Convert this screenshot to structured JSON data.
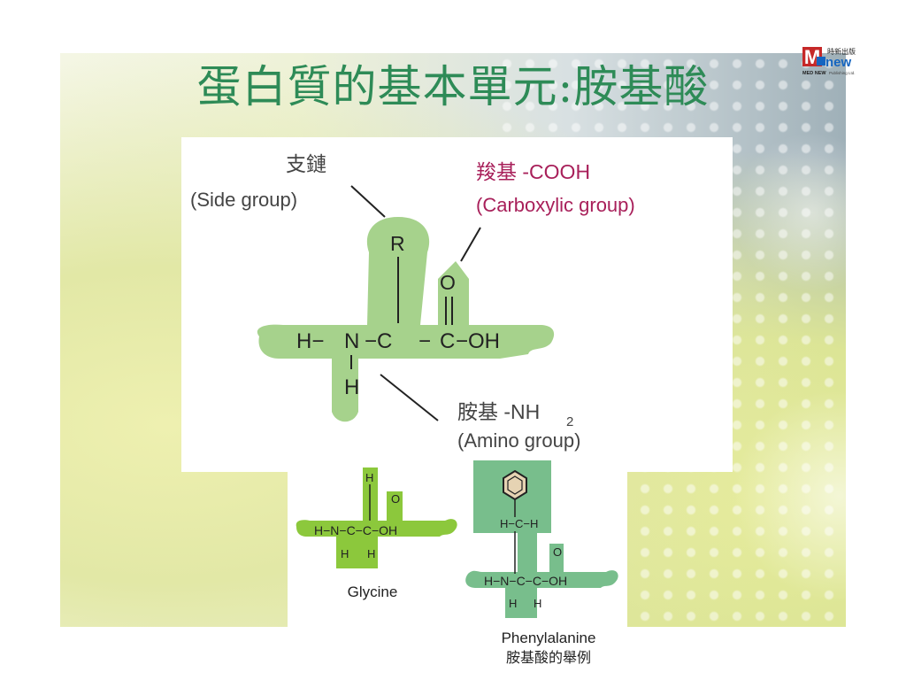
{
  "slide": {
    "title": "蛋白質的基本單元:胺基酸"
  },
  "logo": {
    "letter": "M",
    "chinese": "時新出版",
    "word": "new",
    "company": "MED NEW",
    "subtitle": "Publishing Ltd."
  },
  "main_diagram": {
    "side_chain_zh": "支鏈",
    "side_chain_en": "(Side group)",
    "carboxyl_zh": "羧基 -COOH",
    "carboxyl_en": "(Carboxylic group)",
    "amino_zh": "胺基 -NH",
    "amino_sub": "2",
    "amino_en": "(Amino group)",
    "atom_r": "R",
    "atom_o": "O",
    "backbone": [
      "H−",
      "N",
      "−C",
      "−",
      "C",
      "−OH"
    ],
    "atom_h_bottom": "H"
  },
  "glycine": {
    "name": "Glycine",
    "top_h": "H",
    "o": "O",
    "row": "H−N−C−C−OH",
    "bottom_h1": "H",
    "bottom_h2": "H"
  },
  "phenylalanine": {
    "name": "Phenylalanine",
    "ch_row": "H−C−H",
    "o": "O",
    "row": "H−N−C−C−OH",
    "bottom_h1": "H",
    "bottom_h2": "H"
  },
  "caption": {
    "examples_zh": "胺基酸的舉例"
  },
  "colors": {
    "title": "#2e8b57",
    "main_green": "#a6d28c",
    "glycine_green": "#8cc83c",
    "phenyl_green": "#78be8c",
    "carboxyl_label": "#a8205a"
  }
}
